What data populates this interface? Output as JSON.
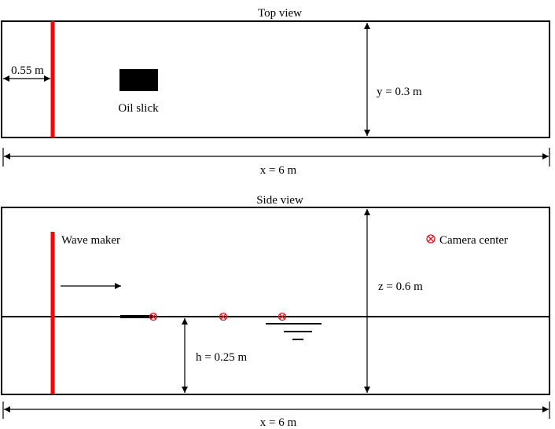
{
  "top_view": {
    "title": "Top view",
    "wavemaker_offset_label": "0.55 m",
    "oil_slick_label": "Oil slick",
    "width_label": "y = 0.3 m",
    "length_label": "x = 6 m"
  },
  "side_view": {
    "title": "Side view",
    "wave_maker_label": "Wave maker",
    "camera_legend_symbol": "⊗",
    "camera_legend_label": "Camera center",
    "height_label": "z = 0.6 m",
    "depth_label": "h = 0.25 m",
    "length_label": "x = 6 m"
  },
  "colors": {
    "wavemaker": "#ff0000",
    "camera": "#e8141c",
    "line": "#000000"
  },
  "icons": {
    "camera": "circled-x-icon",
    "water_surface": "free-surface-symbol-icon"
  }
}
